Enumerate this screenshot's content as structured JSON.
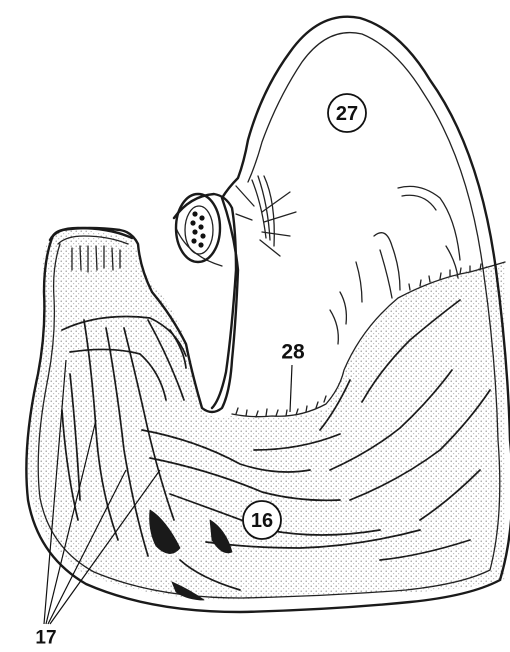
{
  "labels": {
    "l27": "27",
    "l28": "28",
    "l16": "16",
    "l17": "17"
  },
  "colors": {
    "line": "#1a1a1a",
    "stipple": "#8a8a8a",
    "background": "#ffffff"
  }
}
